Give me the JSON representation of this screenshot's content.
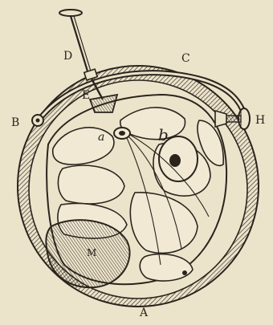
{
  "figure": {
    "labels": {
      "A": "A",
      "B": "B",
      "C": "C",
      "D": "D",
      "E": "E",
      "H": "H",
      "M": "M",
      "a": "a",
      "b": "b"
    }
  },
  "colors": {
    "paper": "#ece3cb",
    "ink": "#2a241c",
    "hatch": "#3a3128",
    "shade": "#8f877a"
  }
}
